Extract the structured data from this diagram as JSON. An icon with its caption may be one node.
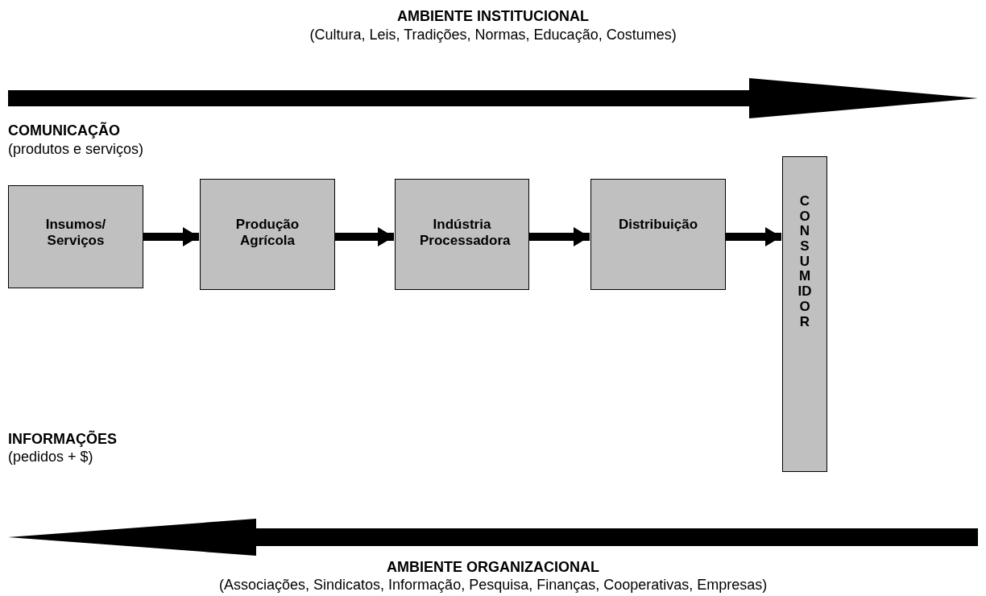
{
  "diagram": {
    "nodes": [
      {
        "text": [
          "Insumos/ Serviços"
        ]
      },
      {
        "text": [
          "Produção Agrícola"
        ]
      },
      {
        "text": [
          "Indústria Processadora"
        ]
      },
      {
        "text": [
          "Distribuição"
        ]
      },
      {
        "text": [
          "CONSUMIDOR"
        ]
      }
    ],
    "edges": [
      {
        "from": 0,
        "to": 1,
        "arrow": "to"
      },
      {
        "from": 1,
        "to": 2,
        "arrow": "to"
      },
      {
        "from": 2,
        "to": 3,
        "arrow": "to"
      },
      {
        "from": 3,
        "to": 4,
        "arrow": "to"
      }
    ],
    "labels": [
      "AMBIENTE INSTITUCIONAL",
      "(Cultura, Leis, Tradições, Normas, Educação, Costumes)",
      "COMUNICAÇÃO",
      "(produtos e serviços)",
      "INFORMAÇÕES",
      "(pedidos + $)",
      "AMBIENTE ORGANIZACIONAL",
      "(Associações, Sindicatos, Informação, Pesquisa, Finanças, Cooperativas, Empresas)"
    ]
  }
}
